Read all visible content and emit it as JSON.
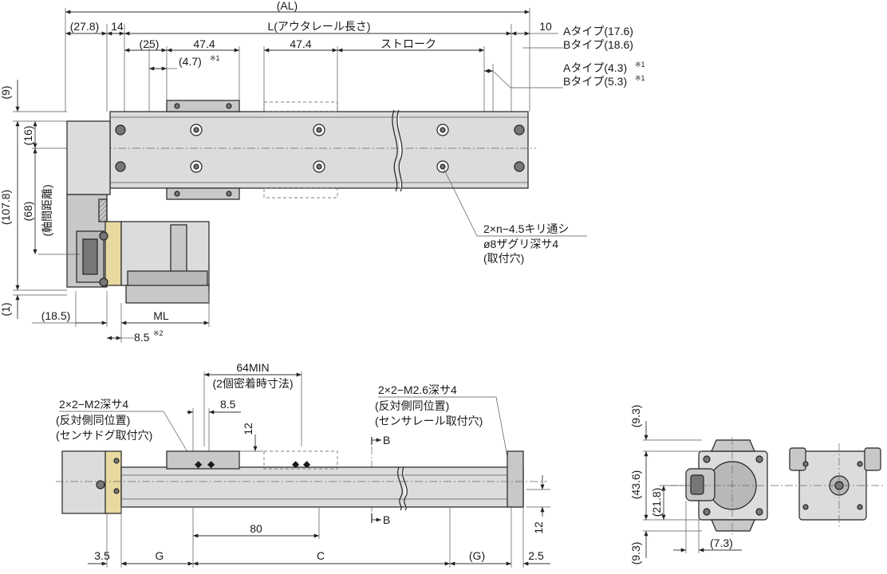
{
  "top_view": {
    "dim_AL": "(AL)",
    "dim_27_8": "(27.8)",
    "dim_14": "14",
    "dim_L": "L(アウタレール長さ)",
    "dim_10": "10",
    "dim_A_17_6": "Aタイプ(17.6)",
    "dim_B_18_6": "Bタイプ(18.6)",
    "dim_25": "(25)",
    "dim_47_4_a": "47.4",
    "dim_47_4_b": "47.4",
    "dim_stroke": "ストローク",
    "dim_4_7": "(4.7)",
    "note_1a": "※1",
    "dim_A_4_3": "Aタイプ(4.3)",
    "note_1b": "※1",
    "dim_B_5_3": "Bタイプ(5.3)",
    "note_1c": "※1",
    "dim_9": "(9)",
    "dim_16": "(16)",
    "dim_107_8": "(107.8)",
    "dim_68": "(68)",
    "dim_axis": "(軸間距離)",
    "dim_1": "(1)",
    "dim_18_5": "(18.5)",
    "dim_ML": "ML",
    "dim_8_5": "8.5",
    "note_2": "※2",
    "hole_line1": "2×n−4.5キリ通シ",
    "hole_line2": "ø8ザグリ深サ4",
    "hole_line3": "(取付穴)"
  },
  "side_view": {
    "dim_64min": "64MIN",
    "dim_2block": "(2個密着時寸法)",
    "dim_8_5": "8.5",
    "dim_12_a": "12",
    "m2_line1": "2×2−M2深サ4",
    "m2_line2": "(反対側同位置)",
    "m2_line3": "(センサドグ取付穴)",
    "m26_line1": "2×2−M2.6深サ4",
    "m26_line2": "(反対側同位置)",
    "m26_line3": "(センサレール取付穴)",
    "section_B_top": "B",
    "section_B_bottom": "B",
    "dim_80": "80",
    "dim_12_b": "12",
    "dim_3_5": "3.5",
    "dim_G": "G",
    "dim_C": "C",
    "dim_G_paren": "(G)",
    "dim_2_5": "2.5"
  },
  "section_view": {
    "dim_9_3_top": "(9.3)",
    "dim_43_6": "(43.6)",
    "dim_21_8": "(21.8)",
    "dim_9_3_bottom": "(9.3)",
    "dim_7_3": "(7.3)"
  }
}
